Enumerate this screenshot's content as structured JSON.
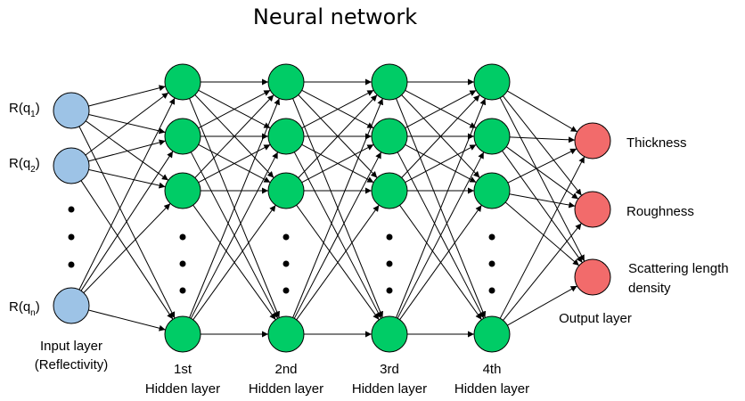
{
  "title": "Neural network",
  "input_layer": {
    "color": "#9dc3e6",
    "label_line1": "Input layer",
    "label_line2": "(Reflectivity)",
    "nodes": [
      {
        "base": "R(q",
        "sub": "1",
        "close": ")"
      },
      {
        "base": "R(q",
        "sub": "2",
        "close": ")"
      },
      {
        "base": "R(q",
        "sub": "n",
        "close": ")"
      }
    ]
  },
  "hidden_layers": [
    {
      "line1": "1st",
      "line2": "Hidden layer"
    },
    {
      "line1": "2nd",
      "line2": "Hidden layer"
    },
    {
      "line1": "3rd",
      "line2": "Hidden layer"
    },
    {
      "line1": "4th",
      "line2": "Hidden layer"
    }
  ],
  "hidden_color": "#00cc66",
  "output_layer": {
    "color": "#f26b6b",
    "label": "Output layer",
    "nodes": [
      {
        "line1": "Thickness",
        "line2": ""
      },
      {
        "line1": "Roughness",
        "line2": ""
      },
      {
        "line1": "Scattering length",
        "line2": "density"
      }
    ]
  }
}
